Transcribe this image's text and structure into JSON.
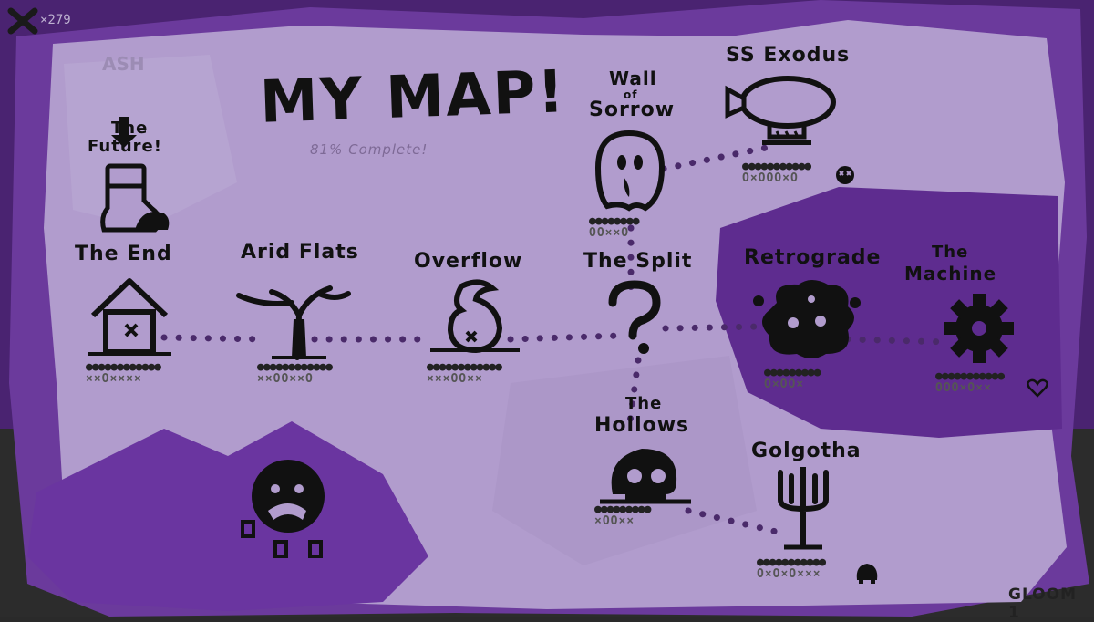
{
  "header": {
    "title": "MY MAP!",
    "completion": "81% Complete!",
    "tumor_count": "×279",
    "faded_label": "ASH"
  },
  "corner_text": "GLOOM 1",
  "colors": {
    "map_paper": "#b09ccc",
    "dark_region": "#5d2c8e",
    "frame": "#6a3a9a",
    "ink": "#111111"
  },
  "locations": [
    {
      "id": "the-future",
      "label_line1": "The",
      "label_line2": "Future!",
      "icon": "boot-icon",
      "dots": "",
      "marks": ""
    },
    {
      "id": "the-end",
      "label": "The End",
      "icon": "house-icon",
      "dots": "●●●●●●●●●●●●",
      "marks": "××O××××"
    },
    {
      "id": "arid-flats",
      "label": "Arid Flats",
      "icon": "dead-tree-icon",
      "dots": "●●●●●●●●●●●●",
      "marks": "××OO××O"
    },
    {
      "id": "overflow",
      "label": "Overflow",
      "icon": "sinking-fish-icon",
      "dots": "●●●●●●●●●●●●",
      "marks": "×××OO××"
    },
    {
      "id": "wall-of-sorrow",
      "label_line1": "Wall",
      "label_line2": "of",
      "label_line3": "Sorrow",
      "icon": "ghost-icon",
      "dots": "●●●●●●●●",
      "marks": "OO××O"
    },
    {
      "id": "ss-exodus",
      "label": "SS Exodus",
      "icon": "blimp-icon",
      "dots": "●●●●●●●●●●●",
      "marks": "O×OOO×O"
    },
    {
      "id": "the-split",
      "label": "The Split",
      "icon": "question-icon",
      "dots": "",
      "marks": ""
    },
    {
      "id": "retrograde",
      "label": "Retrograde",
      "icon": "blob-icon",
      "dots": "●●●●●●●●●",
      "marks": "O×OO×"
    },
    {
      "id": "the-machine",
      "label_line1": "The",
      "label_line2": "Machine",
      "icon": "gear-icon",
      "dots": "●●●●●●●●●●●",
      "marks": "OOO×O××"
    },
    {
      "id": "the-hollows",
      "label_line1": "The",
      "label_line2": "Hollows",
      "icon": "skull-icon",
      "dots": "●●●●●●●●●",
      "marks": "×OO××"
    },
    {
      "id": "golgotha",
      "label": "Golgotha",
      "icon": "trident-icon",
      "dots": "●●●●●●●●●●●",
      "marks": "O×O×O×××"
    }
  ]
}
